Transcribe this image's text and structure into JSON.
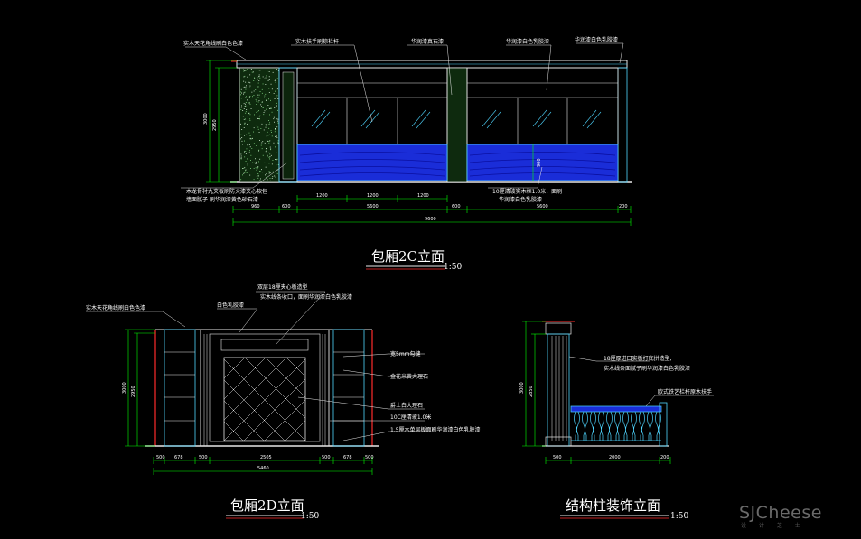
{
  "drawings": {
    "elev_2c": {
      "title": "包厢2C立面",
      "scale": "1:50",
      "labels": {
        "top_left": "实木天花角线刷白色色漆",
        "top_rail": "实木扶手刷棕栏杆",
        "top_mid": "华润漆真石漆",
        "top_right": "华润漆白色乳胶漆",
        "top_far_right": "华润漆白色乳胶漆",
        "bottom_left_1": "木龙骨衬九夹板刷防火漆夹心软包",
        "bottom_left_2": "墙面腻子 刷华润漆黄色砂石漆",
        "bottom_mid_1": "10厘清玻实木框1.0米，面刷",
        "bottom_mid_2": "华润漆白色乳胶漆"
      },
      "dims_top_row": [
        "1200",
        "1200",
        "1200"
      ],
      "dims_bottom_row": [
        "960",
        "600",
        "5600",
        "600",
        "5600",
        "200"
      ],
      "dim_total": "9600",
      "dim_height_outer": "3000",
      "dim_height_inner": "2950",
      "dim_rail": "900"
    },
    "elev_2d": {
      "title": "包厢2D立面",
      "scale": "1:50",
      "labels": {
        "top_left": "实木天花角线刷白色色漆",
        "top_mid": "白色乳胶漆",
        "top_center_1": "双层18厘夹心板造型",
        "top_center_2": "实木线条收口，面刷华润漆白色乳胶漆",
        "right_1": "宽5mm勾缝",
        "right_2": "金花米黄大理石",
        "right_3": "爵士白大理石",
        "right_4": "10C厘清玻1.0米",
        "right_5": "1.5厘木单层板面刷华润漆白色乳胶漆"
      },
      "dims_bottom_row": [
        "500",
        "678",
        "500",
        "2505",
        "500",
        "678",
        "500"
      ],
      "dim_total": "5460",
      "dim_height_outer": "3000",
      "dim_height_inner": "2950"
    },
    "elev_column": {
      "title": "结构柱装饰立面",
      "scale": "1:50",
      "labels": {
        "right_1": "18厘厚进口实板打底拼造型,",
        "right_2": "实木线条面腻子刷华润漆白色乳胶漆",
        "right_3": "欧式铁艺栏杆原木扶手"
      },
      "dims_bottom_row": [
        "500",
        "2000",
        "200"
      ],
      "dim_height_outer": "3000",
      "dim_height_inner": "2850"
    }
  },
  "watermark": {
    "text": "SJCheese",
    "subtext": "设 计 芝 士"
  },
  "colors": {
    "background": "#000000",
    "dimension": "#00ff00",
    "outline": "#e8e8e8",
    "cyan": "#4fd6ff",
    "blue_fill": "#1a2dd8",
    "red": "#ff2b2b",
    "watermark": "#6a6a6a"
  }
}
